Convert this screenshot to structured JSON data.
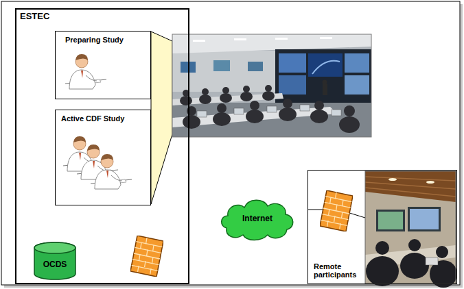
{
  "diagram": {
    "nodes": [
      {
        "text": [
          "ESTEC"
        ]
      },
      {
        "text": [
          "Preparing Study"
        ],
        "in": 0
      },
      {
        "text": [
          "Active CDF Study"
        ],
        "in": 0
      },
      {
        "text": [
          "OCDS"
        ],
        "in": 0
      },
      {
        "text": [
          "Internet"
        ]
      },
      {
        "text": [
          "Remote participants"
        ]
      }
    ],
    "edges": [
      {
        "from": 3,
        "to": 1,
        "arrow": "none"
      },
      {
        "from": 3,
        "to": 2,
        "arrow": "none"
      },
      {
        "from": 3,
        "to": 4,
        "arrow": "none"
      },
      {
        "from": 4,
        "to": 5,
        "arrow": "none"
      }
    ]
  }
}
